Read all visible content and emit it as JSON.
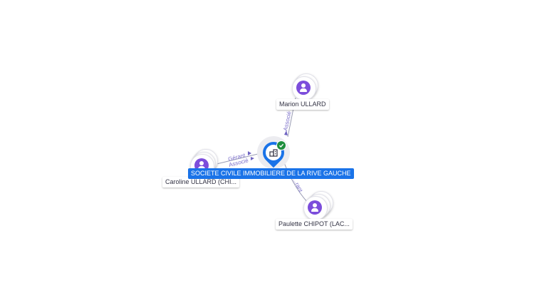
{
  "company": {
    "name": "SOCIETE CIVILE IMMOBILIERE DE LA RIVE GAUCHE",
    "icon": "building-icon",
    "status_icon": "check-icon",
    "color": "#1a73e8"
  },
  "people": [
    {
      "id": "marion",
      "name": "Marion ULLARD",
      "icon": "person-icon"
    },
    {
      "id": "caroline",
      "name": "Caroline ULLARD (CHI...",
      "icon": "person-icon"
    },
    {
      "id": "paulette",
      "name": "Paulette CHIPOT (LAC...",
      "icon": "person-icon"
    }
  ],
  "relations": [
    {
      "from": "marion",
      "roles": [
        "Associé"
      ]
    },
    {
      "from": "caroline",
      "roles": [
        "Gérant",
        "Associé"
      ]
    },
    {
      "from": "paulette",
      "roles": [
        "...rant"
      ]
    }
  ],
  "colors": {
    "person": "#7c4ddb",
    "edge": "#9a9db5",
    "edge_label": "#7b6fc9",
    "active": "#1e8e3e"
  }
}
